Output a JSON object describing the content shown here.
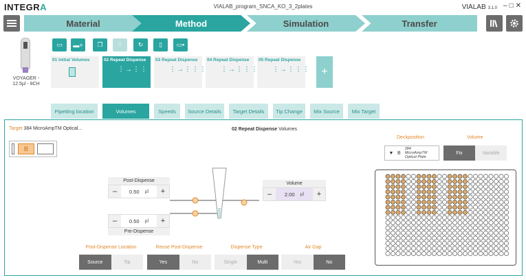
{
  "titlebar": {
    "logo_main": "INTEGR",
    "logo_accent": "A",
    "filename": "VIALAB_program_SNCA_KO_3_2plates",
    "brand": "VIALAB",
    "version": "3.1.0",
    "window_controls": "–□✕"
  },
  "nav": {
    "steps": [
      "Material",
      "Method",
      "Simulation",
      "Transfer"
    ],
    "active_step": "Method",
    "library_icon": "library-icon",
    "settings_icon": "gear-icon"
  },
  "device": {
    "label_line1": "VOYAGER -",
    "label_line2": "12.5µl - 8CH"
  },
  "cards": [
    {
      "title": "01 Initial Volumes",
      "icon": "plate-icon"
    },
    {
      "title": "02 Repeat Dispense",
      "icon": "repeat-dispense-icon"
    },
    {
      "title": "03 Repeat Dispense",
      "icon": "repeat-dispense-icon"
    },
    {
      "title": "04 Repeat Dispense",
      "icon": "repeat-dispense-icon"
    },
    {
      "title": "05 Repeat Dispense",
      "icon": "repeat-dispense-icon"
    }
  ],
  "active_card_index": 1,
  "add_card_label": "+",
  "subtabs": [
    "Pipetting location",
    "Volumes",
    "Speeds",
    "Source Details",
    "Target Details",
    "Tip Change",
    "Mix Source",
    "Mix Target"
  ],
  "active_subtab": "Volumes",
  "panel": {
    "target_key": "Target",
    "target_value": "384 MicroAmpTM Optical...",
    "heading_bold": "02 Repeat Dispense",
    "heading_rest": "Volumes",
    "selected_slot": "B"
  },
  "post_dispense": {
    "title": "Post-Dispense",
    "value": "0.50",
    "unit": "µl"
  },
  "pre_dispense": {
    "title": "Pre-Dispense",
    "value": "0.50",
    "unit": "µl"
  },
  "volume": {
    "title": "Volume",
    "value": "2.00",
    "unit": "µl"
  },
  "options": [
    {
      "label": "Post-Dispense Location",
      "choices": [
        "Source",
        "Tip"
      ],
      "selected": 0
    },
    {
      "label": "Reuse Post-Dispense",
      "choices": [
        "Yes",
        "No"
      ],
      "selected": 0
    },
    {
      "label": "Dispense Type",
      "choices": [
        "Single",
        "Multi"
      ],
      "selected": 1
    },
    {
      "label": "Air Gap",
      "choices": [
        "Yes",
        "No"
      ],
      "selected": 1
    }
  ],
  "deckposition": {
    "label": "Deckposition",
    "slot": "B",
    "plate_line1": "384",
    "plate_line2": "MicroAmpTM",
    "plate_line3": "Optical Plate"
  },
  "volume_mode": {
    "label": "Volume",
    "choices": [
      "Fix",
      "Variable"
    ],
    "selected": 0
  },
  "plate_map": {
    "rows": 16,
    "cols": 24,
    "filled_rows": 8,
    "filled_cols": [
      1,
      2,
      3,
      4,
      7,
      8,
      9,
      10,
      13,
      14,
      15,
      16
    ],
    "fill_color": "#d9a96b"
  },
  "colors": {
    "accent": "#2aa5a0",
    "accent_light": "#8ed0cd",
    "orange": "#e0882a",
    "dark_btn": "#6c6c6c"
  }
}
